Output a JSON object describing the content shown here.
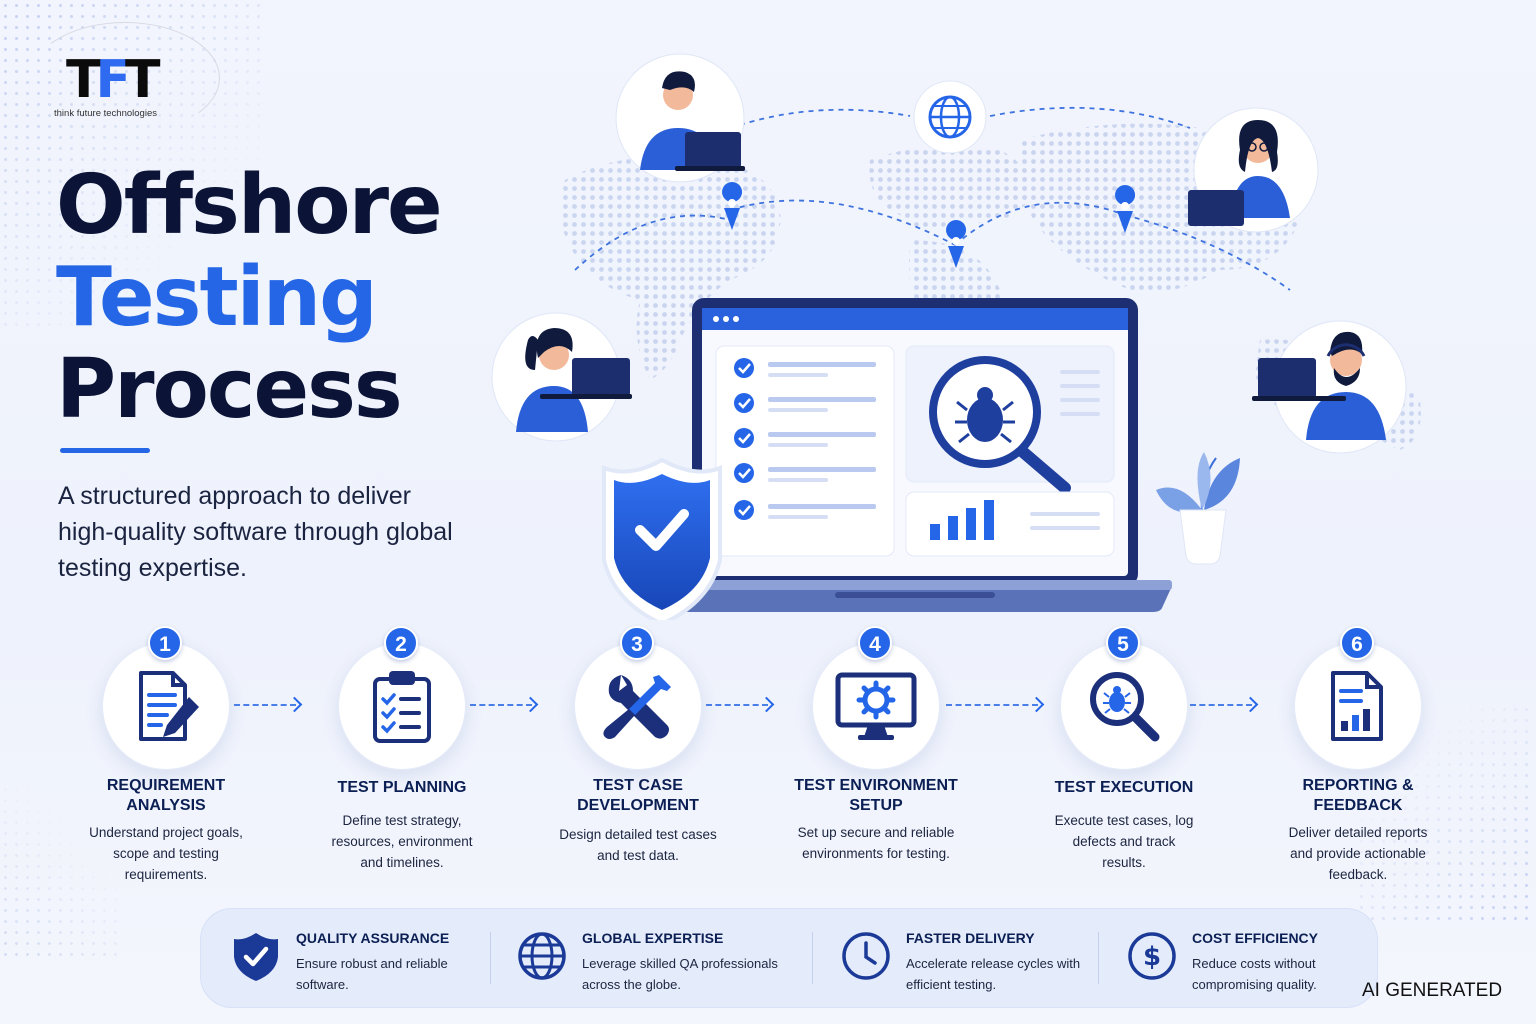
{
  "brand": {
    "logo_text": "TFT",
    "logo_subtitle": "think future technologies"
  },
  "hero": {
    "title_line1": "Offshore",
    "title_line2": "Testing",
    "title_line3": "Process",
    "subtitle": "A structured approach to deliver high-quality software through global testing expertise."
  },
  "steps": [
    {
      "number": "1",
      "title": "REQUIREMENT ANALYSIS",
      "description": "Understand project goals, scope and testing requirements.",
      "icon": "document-pen-icon"
    },
    {
      "number": "2",
      "title": "TEST PLANNING",
      "description": "Define test strategy, resources, environment and timelines.",
      "icon": "clipboard-checklist-icon"
    },
    {
      "number": "3",
      "title": "TEST CASE DEVELOPMENT",
      "description": "Design detailed test cases and test data.",
      "icon": "tools-icon"
    },
    {
      "number": "4",
      "title": "TEST ENVIRONMENT SETUP",
      "description": "Set up secure and reliable environments for testing.",
      "icon": "monitor-gear-icon"
    },
    {
      "number": "5",
      "title": "TEST EXECUTION",
      "description": "Execute test cases, log defects and track results.",
      "icon": "bug-search-icon"
    },
    {
      "number": "6",
      "title": "REPORTING & FEEDBACK",
      "description": "Deliver detailed reports and provide actionable feedback.",
      "icon": "report-chart-icon"
    }
  ],
  "benefits": [
    {
      "title": "QUALITY ASSURANCE",
      "description": "Ensure robust and reliable software.",
      "icon": "shield-check-icon"
    },
    {
      "title": "GLOBAL EXPERTISE",
      "description": "Leverage skilled QA professionals across the globe.",
      "icon": "globe-icon"
    },
    {
      "title": "FASTER DELIVERY",
      "description": "Accelerate release cycles with efficient testing.",
      "icon": "clock-icon"
    },
    {
      "title": "COST EFFICIENCY",
      "description": "Reduce costs without compromising quality.",
      "icon": "dollar-icon"
    }
  ],
  "footer": {
    "ai_label": "AI GENERATED"
  },
  "colors": {
    "primary": "#2466e6",
    "navy": "#0b1437",
    "icon_navy": "#1b2f7a",
    "background": "#f2f5fd"
  }
}
